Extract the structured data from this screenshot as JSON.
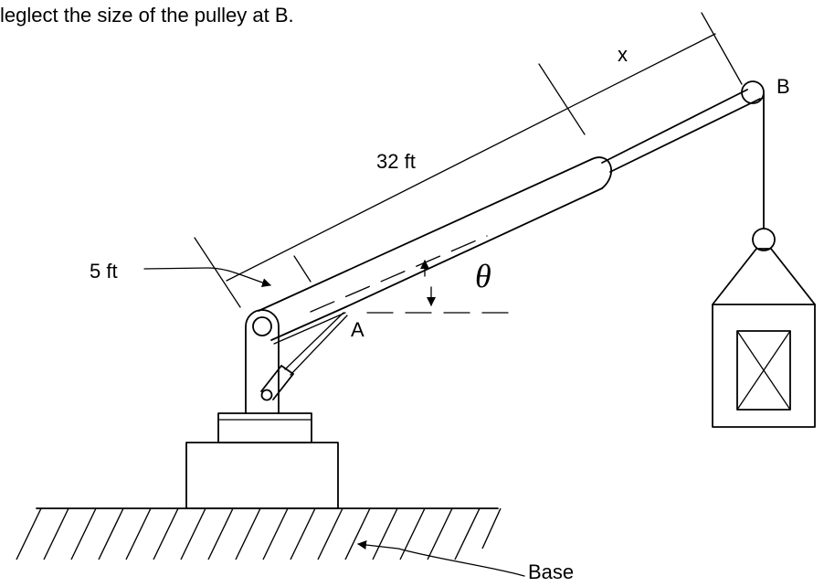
{
  "caption": "leglect the size of the pulley at B.",
  "labels": {
    "x": "x",
    "B": "B",
    "len_32": "32 ft",
    "len_5": "5 ft",
    "theta": "θ",
    "A": "A",
    "base": "Base"
  }
}
